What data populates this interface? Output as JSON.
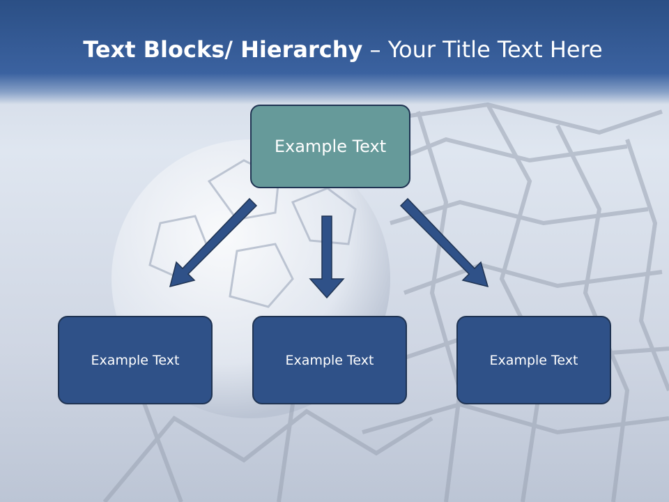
{
  "title": {
    "bold": "Text Blocks/ Hierarchy",
    "rest": " – Your Title Text Here"
  },
  "top_box": {
    "label": "Example Text"
  },
  "bottom_boxes": [
    {
      "label": "Example Text"
    },
    {
      "label": "Example Text"
    },
    {
      "label": "Example Text"
    }
  ],
  "colors": {
    "header": "#2b4f85",
    "top_box": "#669a9a",
    "bottom_box": "#2f5188",
    "arrow": "#2f5188",
    "border": "#1f3352"
  }
}
